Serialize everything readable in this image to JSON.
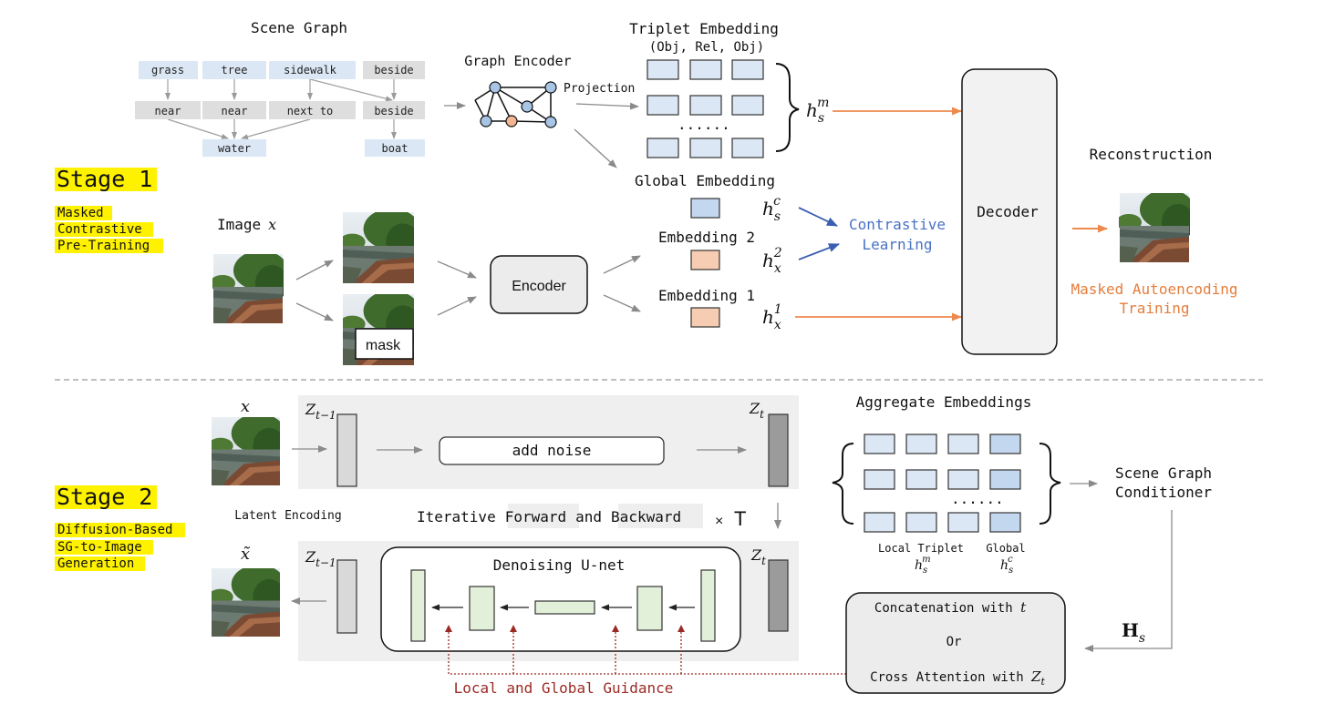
{
  "colors": {
    "blue_box": "#dbe7f4",
    "blue_box_dark": "#c3d7ee",
    "gray_box": "#dedede",
    "peach_box": "#f6cdb2",
    "green_box": "#e2efd9",
    "orange": "#ee8a4e",
    "blue_text": "#4a72c4",
    "orange_text": "#e57d3c",
    "red_text": "#9b2a24",
    "highlight": "#fff200"
  },
  "stage1": {
    "title": "Stage 1",
    "subtitle_lines": [
      "Masked",
      "Contrastive",
      "Pre-Training"
    ]
  },
  "stage2": {
    "title": "Stage 2",
    "subtitle_lines": [
      "Diffusion-Based",
      "SG-to-Image",
      "Generation"
    ]
  },
  "scene_graph": {
    "title": "Scene Graph",
    "nodes_top": [
      "grass",
      "tree",
      "sidewalk",
      "beside"
    ],
    "nodes_mid": [
      "near",
      "near",
      "next to",
      "beside"
    ],
    "nodes_bottom": [
      "water",
      "boat"
    ]
  },
  "graph_encoder": {
    "title": "Graph Encoder",
    "projection": "Projection"
  },
  "triplet": {
    "title": "Triplet Embedding",
    "subtitle": "(Obj, Rel, Obj)",
    "dots": "......",
    "symbol": "h",
    "sub": "s",
    "sup": "m"
  },
  "global_embedding": {
    "label": "Global Embedding",
    "symbol": "h",
    "sub": "s",
    "sup": "c"
  },
  "embedding2": {
    "label": "Embedding 2",
    "symbol": "h",
    "sub": "x",
    "sup": "2"
  },
  "embedding1": {
    "label": "Embedding 1",
    "symbol": "h",
    "sub": "x",
    "sup": "1"
  },
  "contrastive": {
    "line1": "Contrastive",
    "line2": "Learning"
  },
  "decoder": {
    "label": "Decoder"
  },
  "reconstruction": {
    "label": "Reconstruction"
  },
  "masked_ae": {
    "line1": "Masked Autoencoding",
    "line2": "Training"
  },
  "image_input": {
    "label": "Image",
    "symbol": "x"
  },
  "encoder": {
    "label": "Encoder"
  },
  "mask": {
    "label": "mask"
  },
  "forward": {
    "x_label": "x",
    "z_prev": "Z",
    "z_prev_sub": "t−1",
    "z_t": "Z",
    "z_t_sub": "t",
    "add_noise": "add noise"
  },
  "iterative": {
    "prefix": "Iterative",
    "forward": "Forward",
    "and": "and",
    "backward": "Backward",
    "times": "×",
    "T": "T"
  },
  "latent_encoding": "Latent Encoding",
  "backward": {
    "x_tilde": "x̃",
    "z_prev": "Z",
    "z_prev_sub": "t−1",
    "z_t": "Z",
    "z_t_sub": "t",
    "unet": "Denoising U-net"
  },
  "aggregate": {
    "title": "Aggregate Embeddings",
    "dots": "......",
    "local_label": "Local Triplet",
    "global_label": "Global",
    "local_symbol": "h",
    "local_sub": "s",
    "local_sup": "m",
    "global_symbol": "h",
    "global_sub": "s",
    "global_sup": "c"
  },
  "conditioner": {
    "line1": "Scene Graph",
    "line2": "Conditioner"
  },
  "H_s": {
    "symbol": "H",
    "sub": "s"
  },
  "concat_box": {
    "line1_text": "Concatenation with ",
    "line1_var": "t",
    "line2": "Or",
    "line3_text": "Cross Attention with ",
    "line3_var": "Z",
    "line3_sub": "t"
  },
  "guidance": "Local and Global Guidance"
}
